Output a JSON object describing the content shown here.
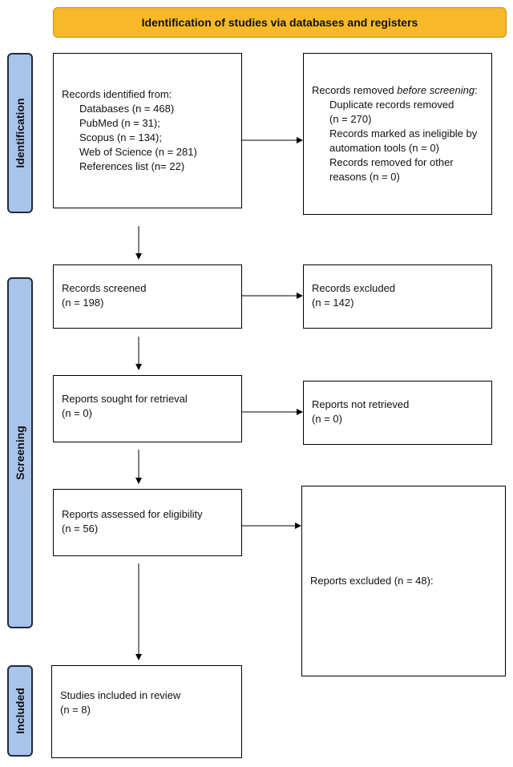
{
  "header": {
    "title": "Identification of studies via databases and registers"
  },
  "phases": {
    "identification": "Identification",
    "screening": "Screening",
    "included": "Included"
  },
  "identification": {
    "records_identified": {
      "heading": "Records identified from:",
      "items": [
        "Databases (n = 468)",
        "PubMed (n = 31);",
        "Scopus (n = 134);",
        "Web of Science (n = 281)",
        "References list (n= 22)"
      ]
    },
    "records_removed": {
      "heading_prefix": "Records removed ",
      "heading_italic": "before screening",
      "heading_suffix": ":",
      "items": [
        "Duplicate records removed",
        "(n = 270)",
        "Records marked as ineligible by",
        "automation tools (n = 0)",
        "Records removed for other",
        "reasons (n = 0)"
      ]
    }
  },
  "screening": {
    "records_screened": {
      "label": "Records screened",
      "count": "(n = 198)"
    },
    "records_excluded": {
      "label": "Records excluded",
      "count": "(n = 142)"
    },
    "reports_sought": {
      "label": "Reports sought for retrieval",
      "count": "(n = 0)"
    },
    "reports_not_retrieved": {
      "label": "Reports not retrieved",
      "count": "(n = 0)"
    },
    "reports_assessed": {
      "label": "Reports assessed for eligibility",
      "count": "(n = 56)"
    },
    "reports_excluded": {
      "label": "Reports excluded (n = 48):"
    }
  },
  "included": {
    "studies_included": {
      "label": "Studies included in review",
      "count": "(n = 8)"
    }
  },
  "colors": {
    "header_fill": "#f7b928",
    "phase_fill": "#a9c4eb"
  }
}
